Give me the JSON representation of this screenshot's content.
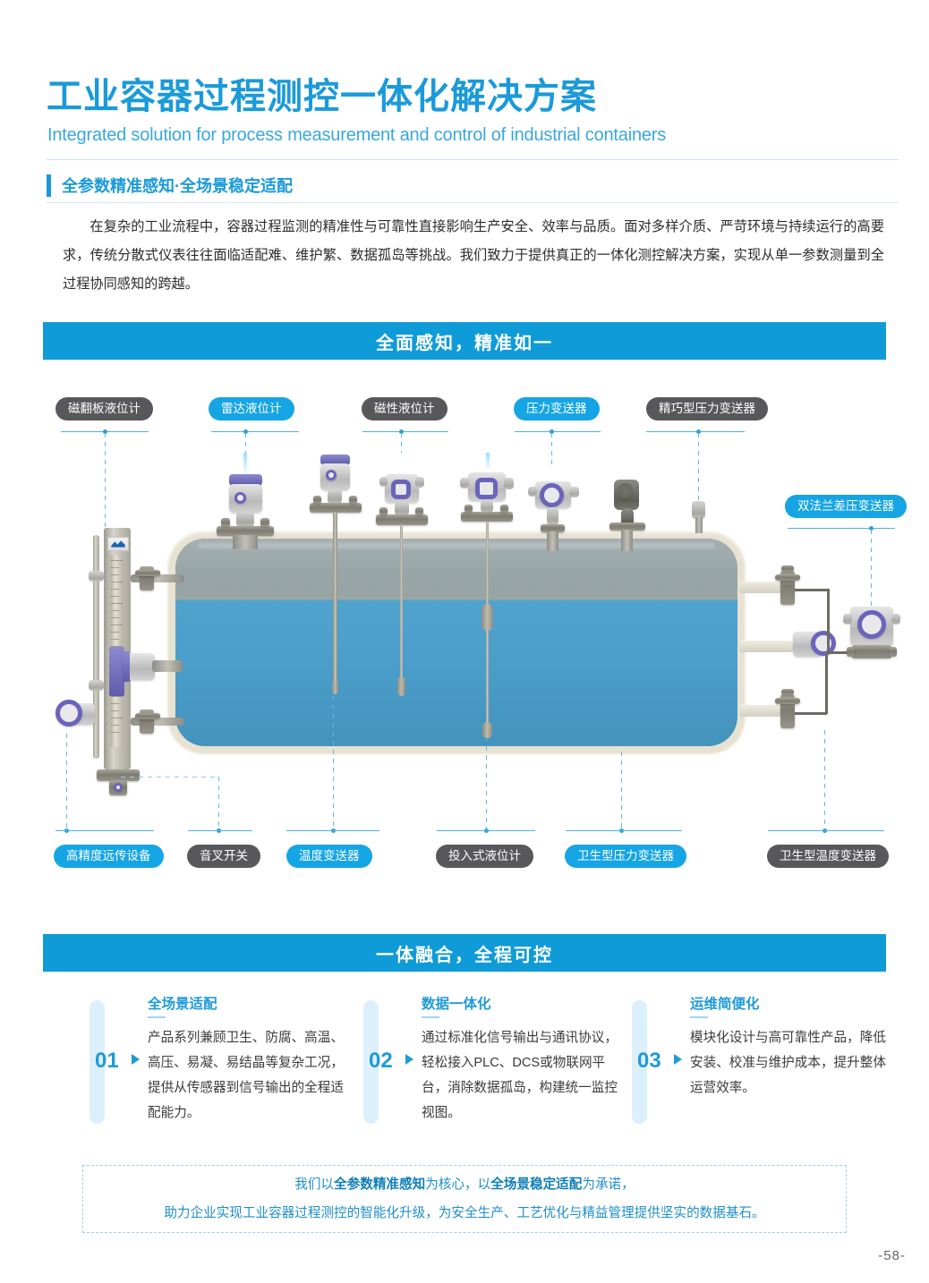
{
  "header": {
    "title": "工业容器过程测控一体化解决方案",
    "subtitle": "Integrated solution for process measurement and control of industrial containers"
  },
  "lead": {
    "heading": "全参数精准感知·全场景稳定适配",
    "body": "在复杂的工业流程中，容器过程监测的精准性与可靠性直接影响生产安全、效率与品质。面对多样介质、严苛环境与持续运行的高要求，传统分散式仪表往往面临适配难、维护繁、数据孤岛等挑战。我们致力于提供真正的一体化测控解决方案，实现从单一参数测量到全过程协同感知的跨越。"
  },
  "sections": {
    "bar1": "全面感知，精准如一",
    "bar2": "一体融合，全程可控"
  },
  "diagram": {
    "labels_top": [
      {
        "text": "磁翻板液位计",
        "style": "grey"
      },
      {
        "text": "雷达液位计",
        "style": "blue"
      },
      {
        "text": "磁性液位计",
        "style": "grey"
      },
      {
        "text": "压力变送器",
        "style": "blue"
      },
      {
        "text": "精巧型压力变送器",
        "style": "grey"
      }
    ],
    "label_right": {
      "text": "双法兰差压变送器",
      "style": "blue"
    },
    "labels_bottom": [
      {
        "text": "高精度远传设备",
        "style": "blue"
      },
      {
        "text": "音叉开关",
        "style": "grey"
      },
      {
        "text": "温度变送器",
        "style": "blue"
      },
      {
        "text": "投入式液位计",
        "style": "grey"
      },
      {
        "text": "卫生型压力变送器",
        "style": "blue"
      },
      {
        "text": "卫生型温度变送器",
        "style": "grey"
      }
    ]
  },
  "features": [
    {
      "num": "01",
      "title": "全场景适配",
      "body": "产品系列兼顾卫生、防腐、高温、高压、易凝、易结晶等复杂工况，提供从传感器到信号输出的全程适配能力。"
    },
    {
      "num": "02",
      "title": "数据一体化",
      "body": "通过标准化信号输出与通讯协议，轻松接入PLC、DCS或物联网平台，消除数据孤岛，构建统一监控视图。"
    },
    {
      "num": "03",
      "title": "运维简便化",
      "body": "模块化设计与高可靠性产品，降低安装、校准与维护成本，提升整体运营效率。"
    }
  ],
  "summary": {
    "line1_a": "我们以",
    "line1_b": "全参数精准感知",
    "line1_c": "为核心，以",
    "line1_d": "全场景稳定适配",
    "line1_e": "为承诺，",
    "line2": "助力企业实现工业容器过程测控的智能化升级，为安全生产、工艺优化与精益管理提供坚实的数据基石。"
  },
  "footer": {
    "page_number": "-58-"
  },
  "colors": {
    "brand_blue": "#1a9ad9",
    "bar_blue": "#0f9bd7",
    "pill_blue": "#16a5e4",
    "pill_grey": "#58585a",
    "liquid": "#4a9ec9",
    "tank_shell": "#e8e2d2"
  }
}
